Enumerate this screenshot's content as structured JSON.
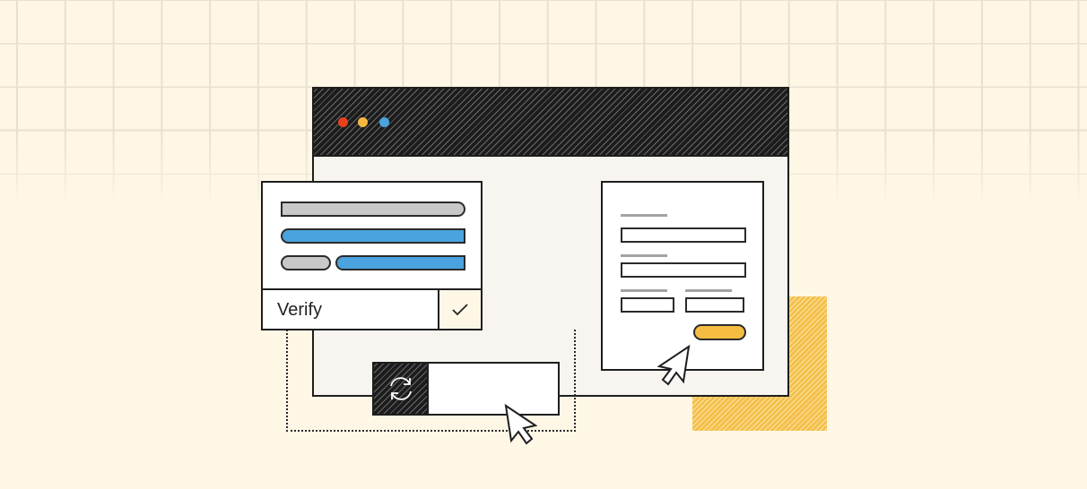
{
  "illustration": {
    "theme": "form verification / captcha illustration",
    "colors": {
      "background": "#fef7e6",
      "grid_line": "#e9e1cf",
      "outline": "#1e1e1e",
      "window_content": "#f8f5f1",
      "accent_blue": "#4aa3df",
      "accent_yellow": "#f4bd42",
      "neutral_gray": "#c8c8c8",
      "dot_red": "#e8421c",
      "dot_yellow": "#f4b73e",
      "dot_blue": "#4aa3df"
    }
  },
  "browser_window": {
    "titlebar_dots": [
      {
        "name": "red",
        "color": "#e8421c"
      },
      {
        "name": "yellow",
        "color": "#f4b73e"
      },
      {
        "name": "blue",
        "color": "#4aa3df"
      }
    ]
  },
  "verify_panel": {
    "bars": [
      {
        "color": "gray",
        "width": "full"
      },
      {
        "color": "blue",
        "width": "full"
      },
      {
        "color": "gray",
        "width": "short"
      },
      {
        "color": "blue",
        "width": "wide"
      }
    ],
    "label": "Verify",
    "check_icon": "checkmark-icon"
  },
  "form_card": {
    "fields": [
      {
        "type": "label-and-input",
        "width": "full"
      },
      {
        "type": "label-and-input",
        "width": "full"
      },
      {
        "type": "label-and-input",
        "width": "half"
      },
      {
        "type": "label-and-input",
        "width": "half"
      }
    ],
    "submit_button_color": "#f4bd42"
  },
  "refresh_widget": {
    "icon": "refresh-icon",
    "input_value": ""
  },
  "cursors": [
    {
      "name": "cursor-on-form",
      "direction": "up-right"
    },
    {
      "name": "cursor-on-refresh",
      "direction": "up-left"
    }
  ]
}
